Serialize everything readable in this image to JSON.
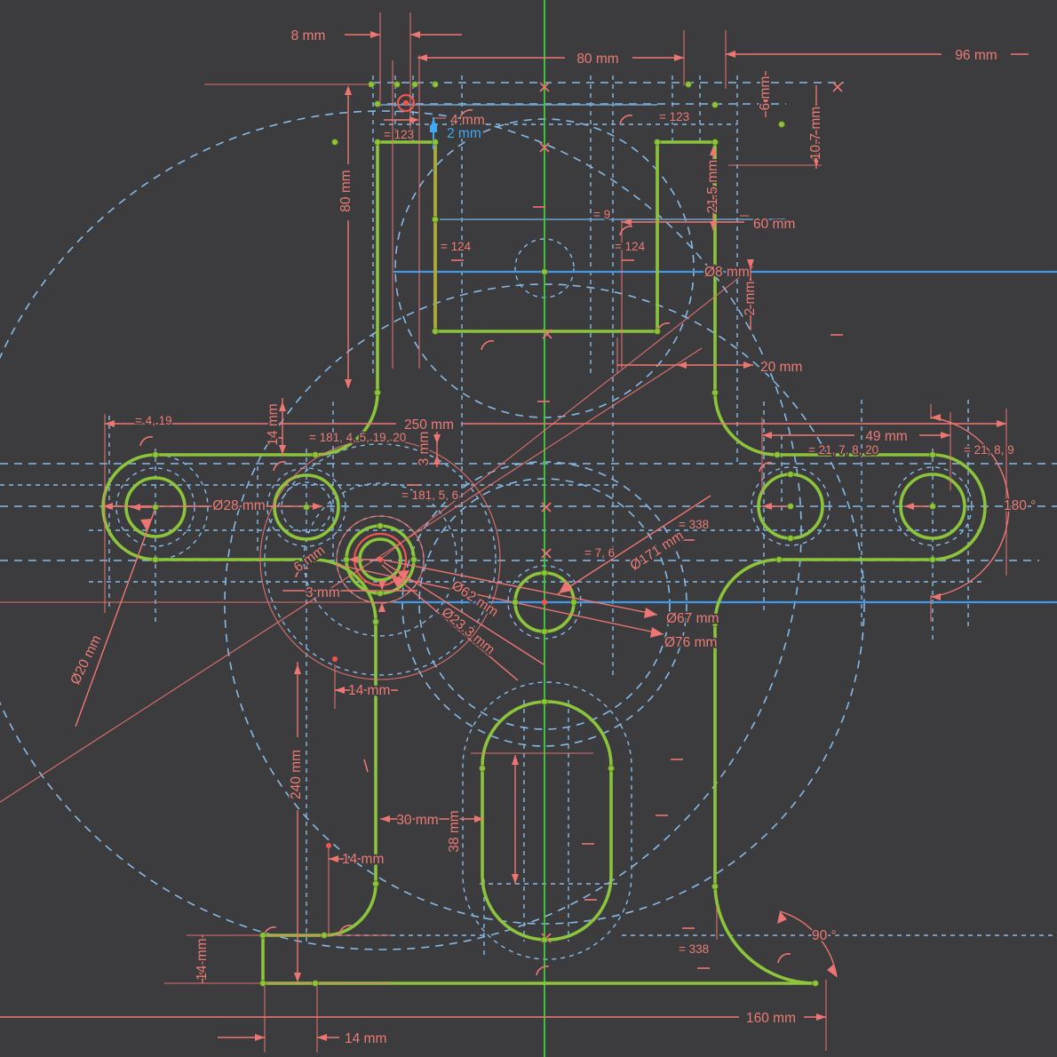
{
  "app": {
    "type": "cad-sketch-view",
    "colors": {
      "background": "#3c3c3e",
      "dimension_red": "#ee7672",
      "construction_blue": "#86b9e6",
      "profile_green": "#8cc43c",
      "axis_green": "#3ecf3e",
      "axis_blue": "#3f9bea",
      "selected_blue": "#3fa9f5"
    }
  },
  "labels": {
    "top_8mm": "8 mm",
    "top_80mm": "80 mm",
    "top_96mm": "96 mm",
    "mm4": "4 mm",
    "mm2_sel": "2 mm",
    "eq123_l": "= 123",
    "eq123_r": "= 123",
    "v80mm": "80 mm",
    "v21_5mm": "21.5 mm",
    "v6mm": "6 mm",
    "v10_7mm": "10.7 mm",
    "eq9": "= 9",
    "eq124_l": "= 124",
    "eq124_r": "= 124",
    "mm60": "60 mm",
    "dia8": "Ø8 mm",
    "v2mm": "2 mm",
    "mm20": "20 mm",
    "eq4_19": "= 4, 19",
    "mm250": "250 mm",
    "eq181_45920": "= 181, 4, 5, 19, 20",
    "v14mm_arm": "14 mm",
    "v3mm_arm": "3 mm",
    "mm49": "49 mm",
    "eq21_7820": "= 21, 7, 8, 20",
    "eq21_89": "= 21, 8, 9",
    "deg180": "180 °",
    "dia28": "Ø28 mm",
    "eq181_56": "= 181, 5, 6",
    "eq7_6": "= 7, 6",
    "eq338_mid": "= 338",
    "dia171": "Ø171 mm",
    "dia62": "Ø62 mm",
    "dia23_3": "Ø23.3 mm",
    "dia67": "Ø67 mm",
    "dia76": "Ø76 mm",
    "dia20": "Ø20 mm",
    "v6mm_hub": "6 mm",
    "mm3_hub": "3 mm",
    "mm14_hub": "14 mm",
    "v240mm": "240 mm",
    "mm30": "30 mm",
    "v38mm": "38 mm",
    "mm14_slot": "14 mm",
    "eq338_bot": "= 338",
    "deg90": "90 °",
    "mm160": "160 mm",
    "v14mm_flange": "14 mm",
    "mm14_bot": "14 mm"
  }
}
